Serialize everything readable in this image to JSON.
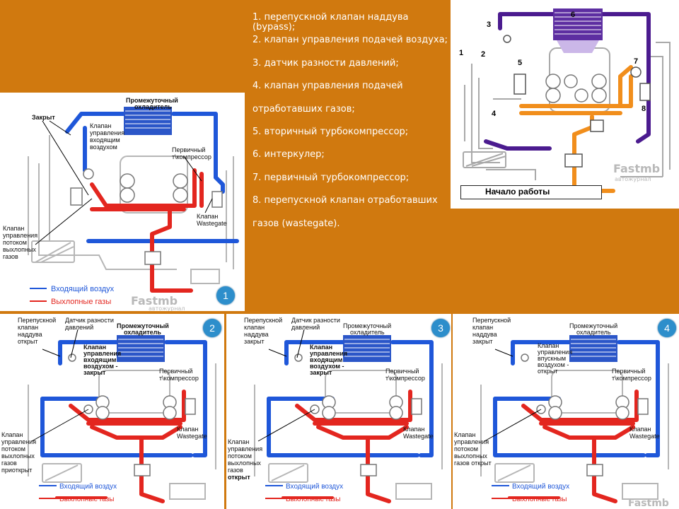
{
  "colors": {
    "background": "#d0790f",
    "intake": "#1f57d9",
    "exhaust": "#e3261f",
    "badge": "#2d8ecb",
    "orange_flow": "#f18e1c",
    "purple_flow": "#4b1b8f"
  },
  "legend_list": [
    "1. перепускной клапан наддува (bypass);",
    "2. клапан управления подачей воздуха;",
    "3. датчик разности давлений;",
    "4. клапан управления подачей",
    "отработавших газов;",
    "5. вторичный турбокомпрессор;",
    "6. интеркулер;",
    "7. первичный турбокомпрессор;",
    "8. перепускной клапан отработавших",
    "газов (wastegate)."
  ],
  "top_diagram": {
    "numbers": [
      "1",
      "2",
      "3",
      "4",
      "5",
      "6",
      "7",
      "8"
    ],
    "start_label": "Начало работы",
    "watermark": "Fastmb",
    "watermark_sub": "автожурнал"
  },
  "diagram1": {
    "badge": "1",
    "intercooler_l1": "Промежуточный",
    "intercooler_l2": "охладитель",
    "closed": "Закрыт",
    "inlet_valve_l1": "Клапан",
    "inlet_valve_l2": "управления",
    "inlet_valve_l3": "входящим",
    "inlet_valve_l4": "воздухом",
    "primary_l1": "Первичный",
    "primary_l2": "т\\компрессор",
    "wastegate_l1": "Клапан",
    "wastegate_l2": "Wastegate",
    "exh_valve_l1": "Клапан",
    "exh_valve_l2": "управления",
    "exh_valve_l3": "потоком",
    "exh_valve_l4": "выхлопных",
    "exh_valve_l5": "газов",
    "legend_intake": "Входящий воздух",
    "legend_exhaust": "Выхлопные газы",
    "watermark": "Fastmb",
    "watermark_sub": "автожурнал"
  },
  "diagram2": {
    "badge": "2",
    "bypass_l1": "Перепускной",
    "bypass_l2": "клапан",
    "bypass_l3": "наддува",
    "bypass_l4": "открыт",
    "sensor_l1": "Датчик разности",
    "sensor_l2": "давлений",
    "intercooler_l1": "Промежуточный",
    "intercooler_l2": "охладитель",
    "inlet_l1": "Клапан",
    "inlet_l2": "управления",
    "inlet_l3": "входящим",
    "inlet_l4": "воздухом -",
    "inlet_l5": "закрыт",
    "primary_l1": "Первичный",
    "primary_l2": "т\\компрессор",
    "wastegate_l1": "Клапан",
    "wastegate_l2": "Wastegate",
    "exh_l1": "Клапан",
    "exh_l2": "управления",
    "exh_l3": "потоком",
    "exh_l4": "выхлопных",
    "exh_l5": "газов",
    "exh_l6": "приоткрыт",
    "legend_intake": "Входящий воздух",
    "legend_exhaust": "Выхлопные газы"
  },
  "diagram3": {
    "badge": "3",
    "bypass_l1": "Перепускной",
    "bypass_l2": "клапан",
    "bypass_l3": "наддува",
    "bypass_l4": "закрыт",
    "sensor_l1": "Датчик разности",
    "sensor_l2": "давлений",
    "intercooler_l1": "Промежуточный",
    "intercooler_l2": "охладитель",
    "inlet_l1": "Клапан",
    "inlet_l2": "управления",
    "inlet_l3": "входящим",
    "inlet_l4": "воздухом -",
    "inlet_l5": "закрыт",
    "primary_l1": "Первичный",
    "primary_l2": "т\\компрессор",
    "wastegate_l1": "Клапан",
    "wastegate_l2": "Wastegate",
    "exh_l1": "Клапан",
    "exh_l2": "управления",
    "exh_l3": "потоком",
    "exh_l4": "выхлопных",
    "exh_l5": "газов",
    "exh_l6": "открыт",
    "legend_intake": "Входящий воздух",
    "legend_exhaust": "Выхлопные газы"
  },
  "diagram4": {
    "badge": "4",
    "bypass_l1": "Перепускной",
    "bypass_l2": "клапан",
    "bypass_l3": "наддува",
    "bypass_l4": "закрыт",
    "intercooler_l1": "Промежуточный",
    "intercooler_l2": "охладитель",
    "inlet_l1": "Клапан",
    "inlet_l2": "управления",
    "inlet_l3": "впускным",
    "inlet_l4": "воздухом -",
    "inlet_l5": "открыт",
    "primary_l1": "Первичный",
    "primary_l2": "т\\компрессор",
    "wastegate_l1": "Клапан",
    "wastegate_l2": "Wastegate",
    "exh_l1": "Клапан",
    "exh_l2": "управления",
    "exh_l3": "потоком",
    "exh_l4": "выхлопных",
    "exh_l5": "газов открыт",
    "legend_intake": "Входящий воздух",
    "legend_exhaust": "Выхлопные газы",
    "watermark": "Fastmb"
  }
}
